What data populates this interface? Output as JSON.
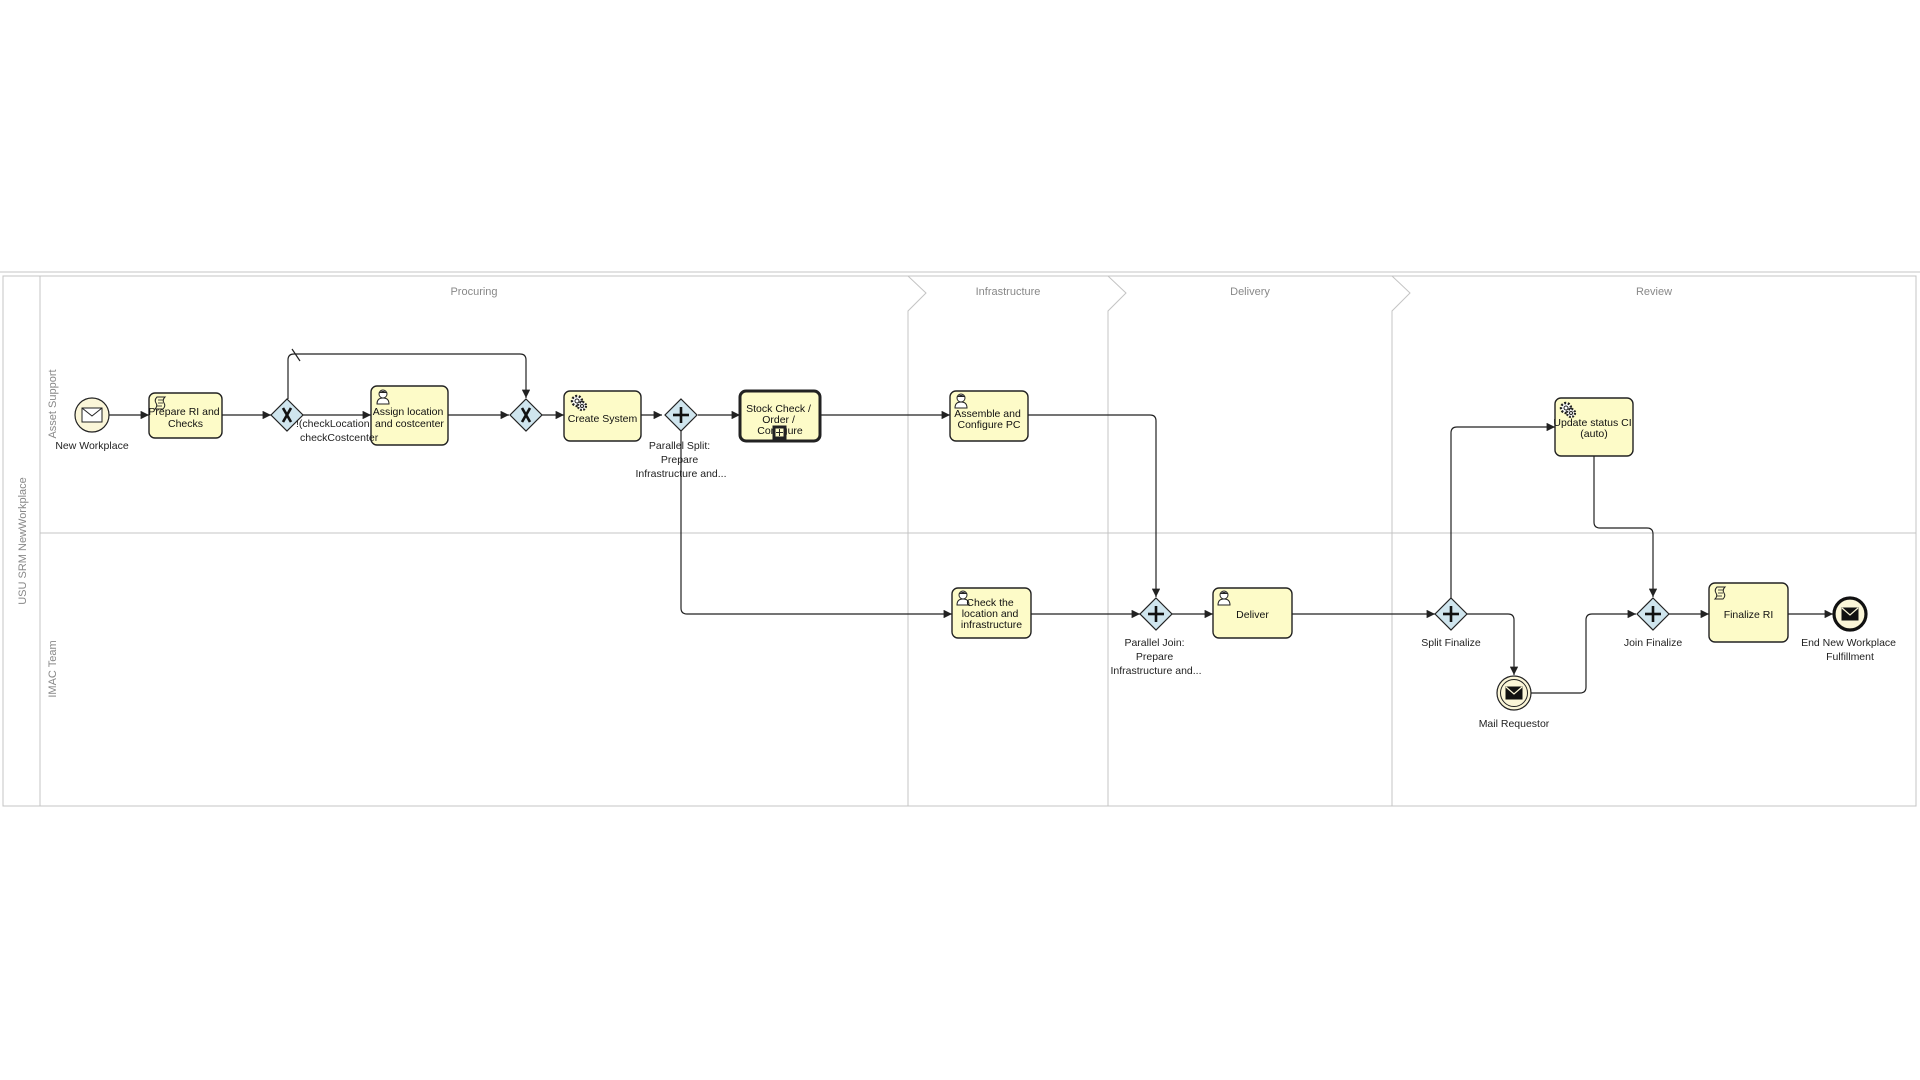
{
  "pool": {
    "name": "USU SRM NewWorkplace"
  },
  "lanes": [
    {
      "id": "asset-support",
      "label": "Asset Support"
    },
    {
      "id": "imac-team",
      "label": "IMAC Team"
    }
  ],
  "phases": [
    {
      "id": "procuring",
      "label": "Procuring"
    },
    {
      "id": "infrastructure",
      "label": "Infrastructure"
    },
    {
      "id": "delivery",
      "label": "Delivery"
    },
    {
      "id": "review",
      "label": "Review"
    }
  ],
  "tasks": [
    {
      "id": "prepare-ri",
      "type": "script",
      "lines": [
        "Prepare RI and",
        "Checks"
      ]
    },
    {
      "id": "assign-location",
      "type": "user",
      "lines": [
        "Assign location",
        "and costcenter"
      ]
    },
    {
      "id": "create-system",
      "type": "service",
      "lines": [
        "Create System"
      ]
    },
    {
      "id": "stock-check",
      "type": "subprocess",
      "lines": [
        "Stock Check /",
        "Order /",
        "Configure"
      ]
    },
    {
      "id": "assemble-pc",
      "type": "user",
      "lines": [
        "Assemble and",
        "Configure PC"
      ]
    },
    {
      "id": "check-location",
      "type": "user",
      "lines": [
        "Check the",
        "location and",
        "infrastructure"
      ]
    },
    {
      "id": "deliver",
      "type": "user",
      "lines": [
        "Deliver"
      ]
    },
    {
      "id": "update-status",
      "type": "service",
      "lines": [
        "Update status CI",
        "(auto)"
      ]
    },
    {
      "id": "finalize-ri",
      "type": "script",
      "lines": [
        "Finalize RI"
      ]
    }
  ],
  "events": [
    {
      "id": "new-workplace",
      "kind": "start-message",
      "lines": [
        "New Workplace"
      ]
    },
    {
      "id": "mail-requestor",
      "kind": "intermediate-message",
      "lines": [
        "Mail Requestor"
      ]
    },
    {
      "id": "end-fulfillment",
      "kind": "end-message",
      "lines": [
        "End New Workplace",
        "Fulfillment"
      ]
    }
  ],
  "gateways": [
    {
      "id": "xor-split",
      "kind": "exclusive",
      "lines": []
    },
    {
      "id": "xor-join",
      "kind": "exclusive",
      "lines": []
    },
    {
      "id": "parallel-split",
      "kind": "parallel",
      "lines": [
        "Parallel Split:",
        "Prepare",
        "Infrastructure and..."
      ]
    },
    {
      "id": "parallel-join",
      "kind": "parallel",
      "lines": [
        "Parallel Join:",
        "Prepare",
        "Infrastructure and..."
      ]
    },
    {
      "id": "split-finalize",
      "kind": "parallel",
      "lines": [
        "Split Finalize"
      ]
    },
    {
      "id": "join-finalize",
      "kind": "parallel",
      "lines": [
        "Join Finalize"
      ]
    }
  ],
  "flow_labels": [
    {
      "id": "condition-label",
      "lines": [
        "!(checkLocation",
        "checkCostcenter"
      ]
    }
  ]
}
